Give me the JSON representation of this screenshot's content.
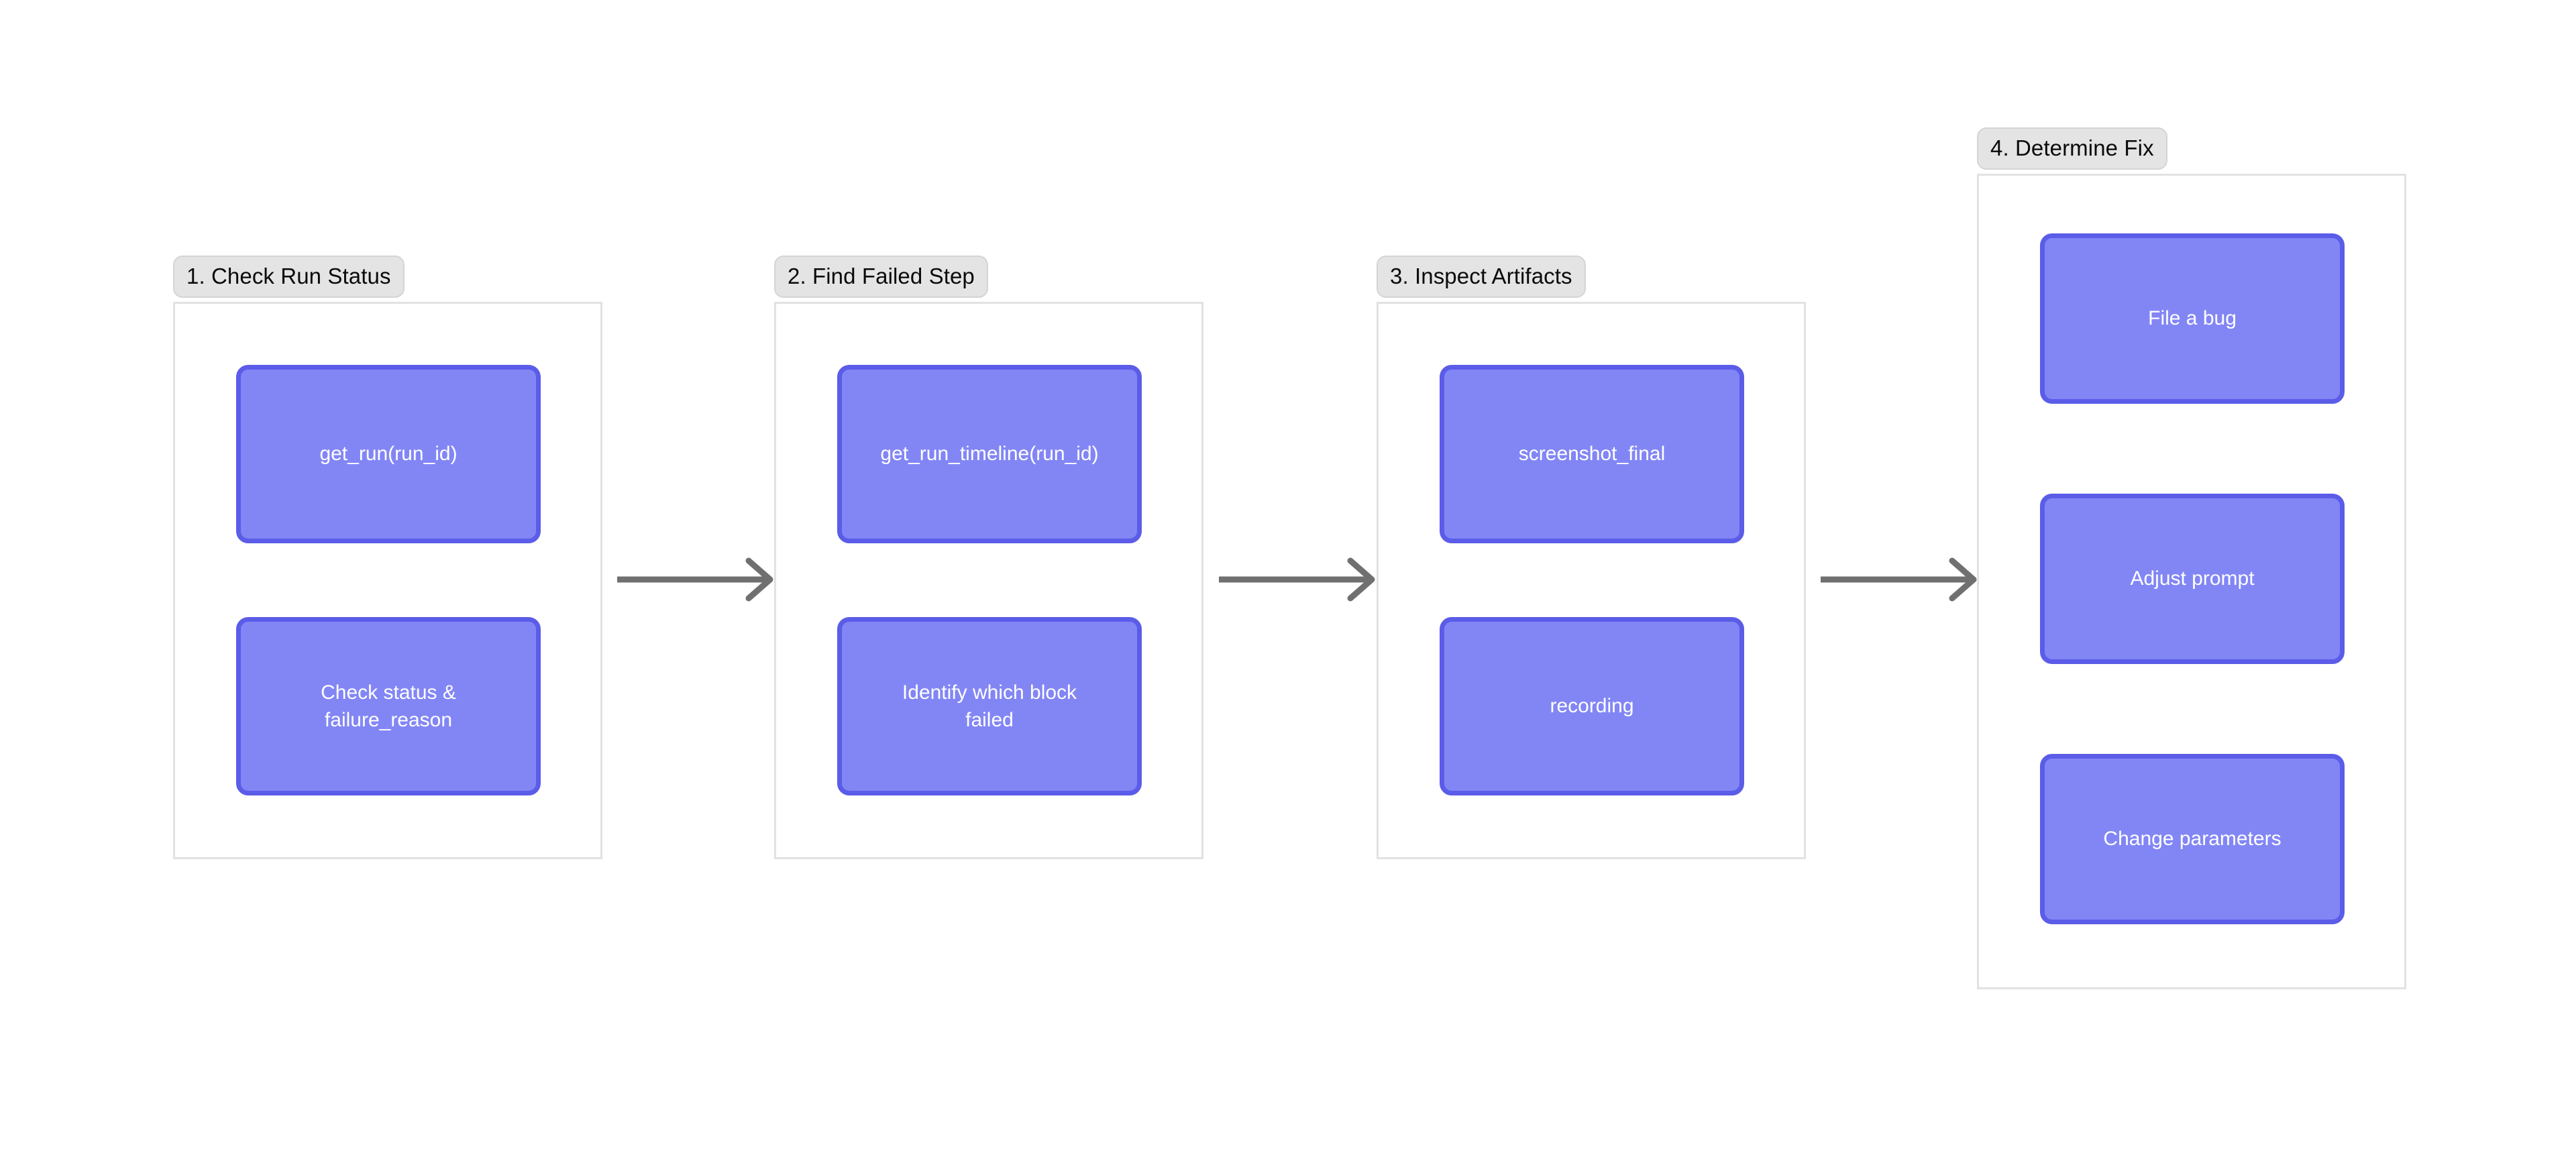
{
  "diagram": {
    "type": "flowchart",
    "orientation": "left-to-right",
    "background_color": "#ffffff",
    "node_fill_color": "#8286f5",
    "node_border_color": "#5b5ce8",
    "node_text_color": "#ffffff",
    "cluster_label_bg_color": "#e4e4e4",
    "cluster_border_color": "#e2e2e2",
    "arrow_color": "#707070",
    "groups": [
      {
        "id": "group-1",
        "label": "1. Check Run Status",
        "nodes": [
          {
            "id": "node-get-run",
            "label": "get_run(run_id)"
          },
          {
            "id": "node-check-status",
            "label": "Check status &\nfailure_reason"
          }
        ]
      },
      {
        "id": "group-2",
        "label": "2. Find Failed Step",
        "nodes": [
          {
            "id": "node-get-run-timeline",
            "label": "get_run_timeline(run_id)"
          },
          {
            "id": "node-identify-block",
            "label": "Identify which block\nfailed"
          }
        ]
      },
      {
        "id": "group-3",
        "label": "3. Inspect Artifacts",
        "nodes": [
          {
            "id": "node-screenshot-final",
            "label": "screenshot_final"
          },
          {
            "id": "node-recording",
            "label": "recording"
          }
        ]
      },
      {
        "id": "group-4",
        "label": "4. Determine Fix",
        "nodes": [
          {
            "id": "node-file-a-bug",
            "label": "File a bug"
          },
          {
            "id": "node-adjust-prompt",
            "label": "Adjust prompt"
          },
          {
            "id": "node-change-parameters",
            "label": "Change parameters"
          }
        ]
      }
    ],
    "connectors": [
      {
        "id": "arrow-1-to-2",
        "from": "group-1",
        "to": "group-2",
        "style": "solid-arrow"
      },
      {
        "id": "arrow-2-to-3",
        "from": "group-2",
        "to": "group-3",
        "style": "solid-arrow"
      },
      {
        "id": "arrow-3-to-4",
        "from": "group-3",
        "to": "group-4",
        "style": "solid-arrow"
      }
    ]
  }
}
